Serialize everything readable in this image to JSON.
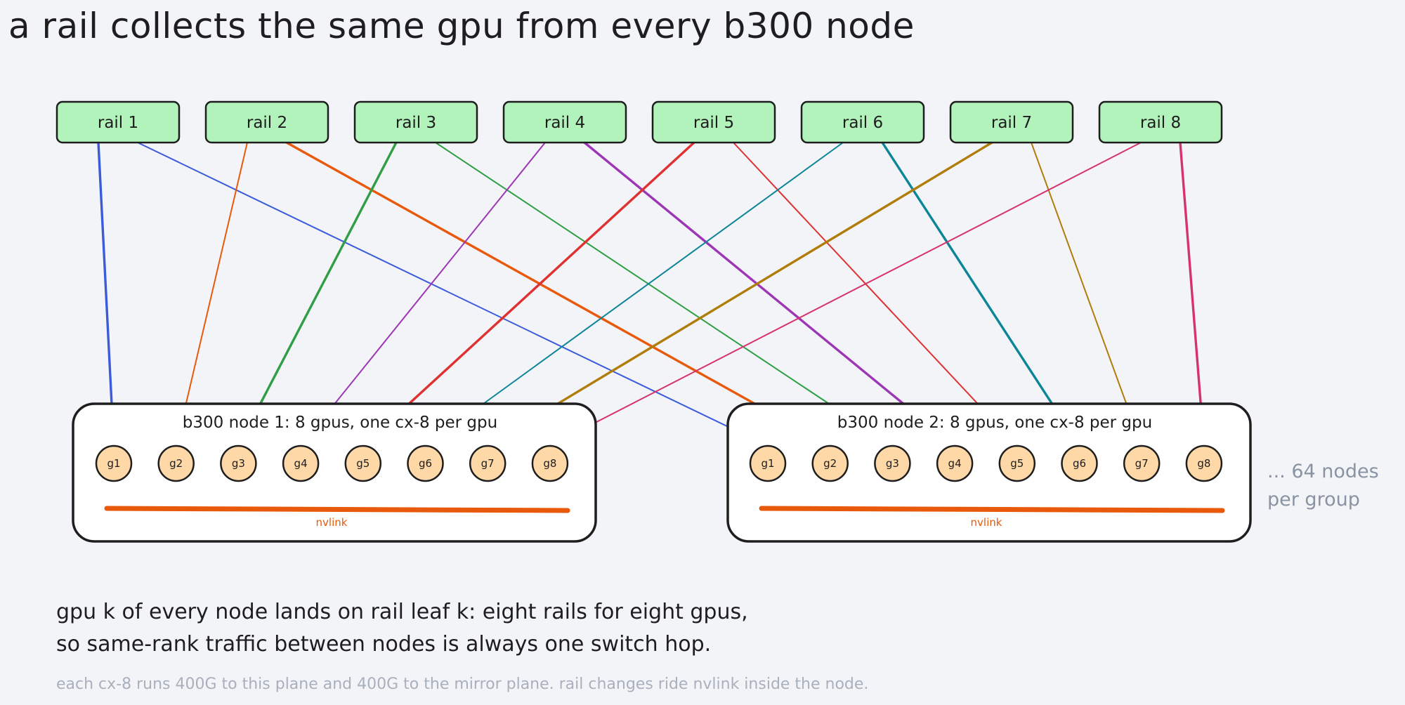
{
  "title": "a rail collects the same gpu from every b300 node",
  "rails": [
    {
      "label": "rail 1",
      "color": "#3b5bdb"
    },
    {
      "label": "rail 2",
      "color": "#e8590c"
    },
    {
      "label": "rail 3",
      "color": "#2f9e44"
    },
    {
      "label": "rail 4",
      "color": "#9c36b5"
    },
    {
      "label": "rail 5",
      "color": "#e03131"
    },
    {
      "label": "rail 6",
      "color": "#0c8599"
    },
    {
      "label": "rail 7",
      "color": "#b07d0a"
    },
    {
      "label": "rail 8",
      "color": "#d6336c"
    }
  ],
  "nodes": [
    {
      "title": "b300 node 1: 8 gpus, one cx-8 per gpu",
      "gpus": [
        "g1",
        "g2",
        "g3",
        "g4",
        "g5",
        "g6",
        "g7",
        "g8"
      ],
      "nvlink_label": "nvlink"
    },
    {
      "title": "b300 node 2: 8 gpus, one cx-8 per gpu",
      "gpus": [
        "g1",
        "g2",
        "g3",
        "g4",
        "g5",
        "g6",
        "g7",
        "g8"
      ],
      "nvlink_label": "nvlink"
    }
  ],
  "side_note": "... 64 nodes per group",
  "caption_line1": "gpu k of every node lands on rail leaf k: eight rails for eight gpus,",
  "caption_line2": "so same-rank traffic between nodes is always one switch hop.",
  "footnote": "each cx-8 runs 400G to this plane and 400G to the mirror plane. rail changes ride nvlink inside the node."
}
